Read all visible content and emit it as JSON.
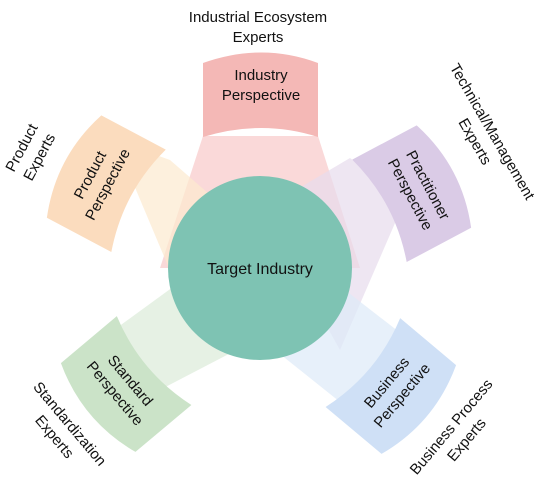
{
  "center": {
    "label": "Target Industry",
    "color": "#7ec3b3"
  },
  "perspectives": [
    {
      "id": "industry",
      "line1": "Industry",
      "line2": "Perspective",
      "expert_line1": "Industrial Ecosystem",
      "expert_line2": "Experts",
      "color": "#f4b8b6",
      "beam": "#f8cccc"
    },
    {
      "id": "practitioner",
      "line1": "Practitioner",
      "line2": "Perspective",
      "expert_line1": "Technical/Management",
      "expert_line2": "Experts",
      "color": "#dacbe6",
      "beam": "#e7dced"
    },
    {
      "id": "business",
      "line1": "Business",
      "line2": "Perspective",
      "expert_line1": "Business Process",
      "expert_line2": "Experts",
      "color": "#cfe0f6",
      "beam": "#dde9f8"
    },
    {
      "id": "standard",
      "line1": "Standard",
      "line2": "Perspective",
      "expert_line1": "Standardization",
      "expert_line2": "Experts",
      "color": "#cbe3c8",
      "beam": "#dcebd9"
    },
    {
      "id": "product",
      "line1": "Product",
      "line2": "Perspective",
      "expert_line1": "Product",
      "expert_line2": "Experts",
      "color": "#fbdcbe",
      "beam": "#fce9cf"
    }
  ]
}
